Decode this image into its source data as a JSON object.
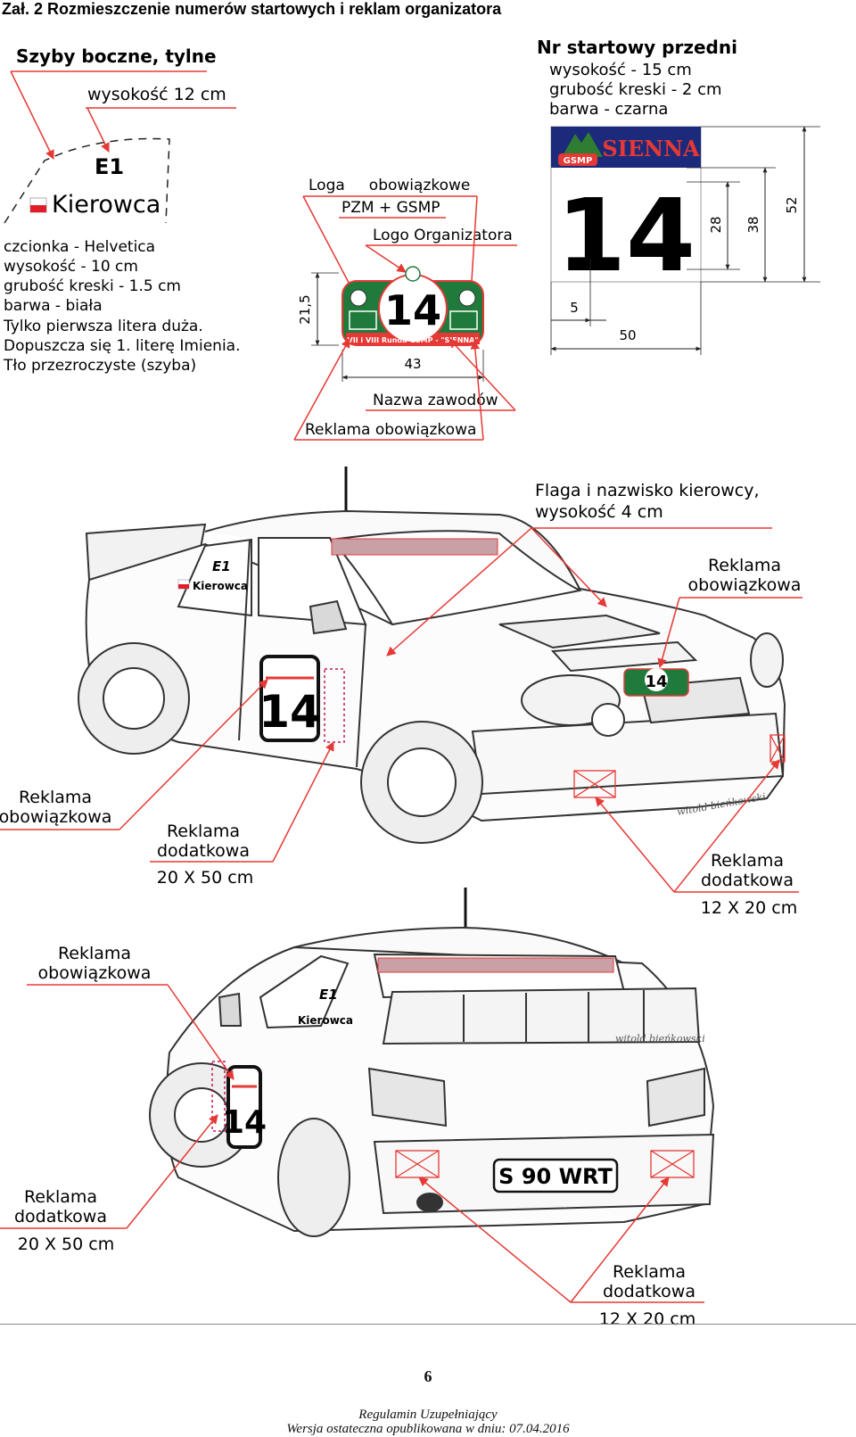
{
  "title": "Zał. 2 Rozmieszczenie numerów startowych i reklam organizatora",
  "side_windows": {
    "heading": "Szyby boczne, tylne",
    "height": "wysokość 12 cm",
    "code": "E1",
    "driver": "Kierowca",
    "spec_lines": [
      "czcionka - Helvetica",
      "wysokość - 10 cm",
      "grubość kreski - 1.5 cm",
      "barwa - biała",
      "Tylko    pierwsza    litera    duża.",
      "Dopuszcza się 1. literę Imienia.",
      "Tło przezroczyste (szyba)"
    ]
  },
  "plate": {
    "logos_label": "Loga     obowiązkowe",
    "pzm_label": "PZM + GSMP",
    "organizer_logo": "Logo Organizatora",
    "number": "14",
    "bottom_text": "VII i VIII Runda GSMP - \"SIENNA\"",
    "height_dim": "21,5",
    "width_dim": "43",
    "event_name": "Nazwa zawodów",
    "mandatory_ad": "Reklama obowiązkowa"
  },
  "front_number": {
    "heading": "Nr startowy przedni",
    "spec_lines": [
      "wysokość - 15 cm",
      "grubość kreski - 2 cm",
      "barwa - czarna"
    ],
    "brand": "SIENNA",
    "brand_sub": "GSMP",
    "number": "14",
    "dims": {
      "d28": "28",
      "d38": "38",
      "d52": "52",
      "d5": "5",
      "d50": "50"
    }
  },
  "car_front": {
    "flag_label_1": "Flaga i nazwisko kierowcy,",
    "flag_label_2": "wysokość 4 cm",
    "mandatory_right_1": "Reklama",
    "mandatory_right_2": "obowiązkowa",
    "mandatory_left_1": "Reklama",
    "mandatory_left_2": "obowiązkowa",
    "extra_mid_1": "Reklama",
    "extra_mid_2": "dodatkowa",
    "extra_mid_size": "20 X 50 cm",
    "extra_right_1": "Reklama",
    "extra_right_2": "dodatkowa",
    "extra_right_size": "12 X 20 cm",
    "door_code": "E1",
    "door_name": "Kierowca",
    "door_number": "14",
    "hood_number": "14",
    "signature": "witold bieńkowski"
  },
  "car_rear": {
    "mandatory_1": "Reklama",
    "mandatory_2": "obowiązkowa",
    "extra_left_1": "Reklama",
    "extra_left_2": "dodatkowa",
    "extra_left_size": "20 X 50 cm",
    "extra_right_1": "Reklama",
    "extra_right_2": "dodatkowa",
    "extra_right_size": "12 X 20 cm",
    "plate": "S 90 WRT",
    "door_code": "E1",
    "door_name": "Kierowca",
    "door_number": "14",
    "signature": "witold bieńkowski"
  },
  "footer": {
    "page": "6",
    "line1": "Regulamin Uzupełniający",
    "line2": "Wersja ostateczna opublikowana w dniu: 07.04.2016"
  },
  "colors": {
    "annotation": "#e53935",
    "green": "#1f7a3c",
    "navy": "#1b2a7a",
    "outline": "#333333"
  }
}
